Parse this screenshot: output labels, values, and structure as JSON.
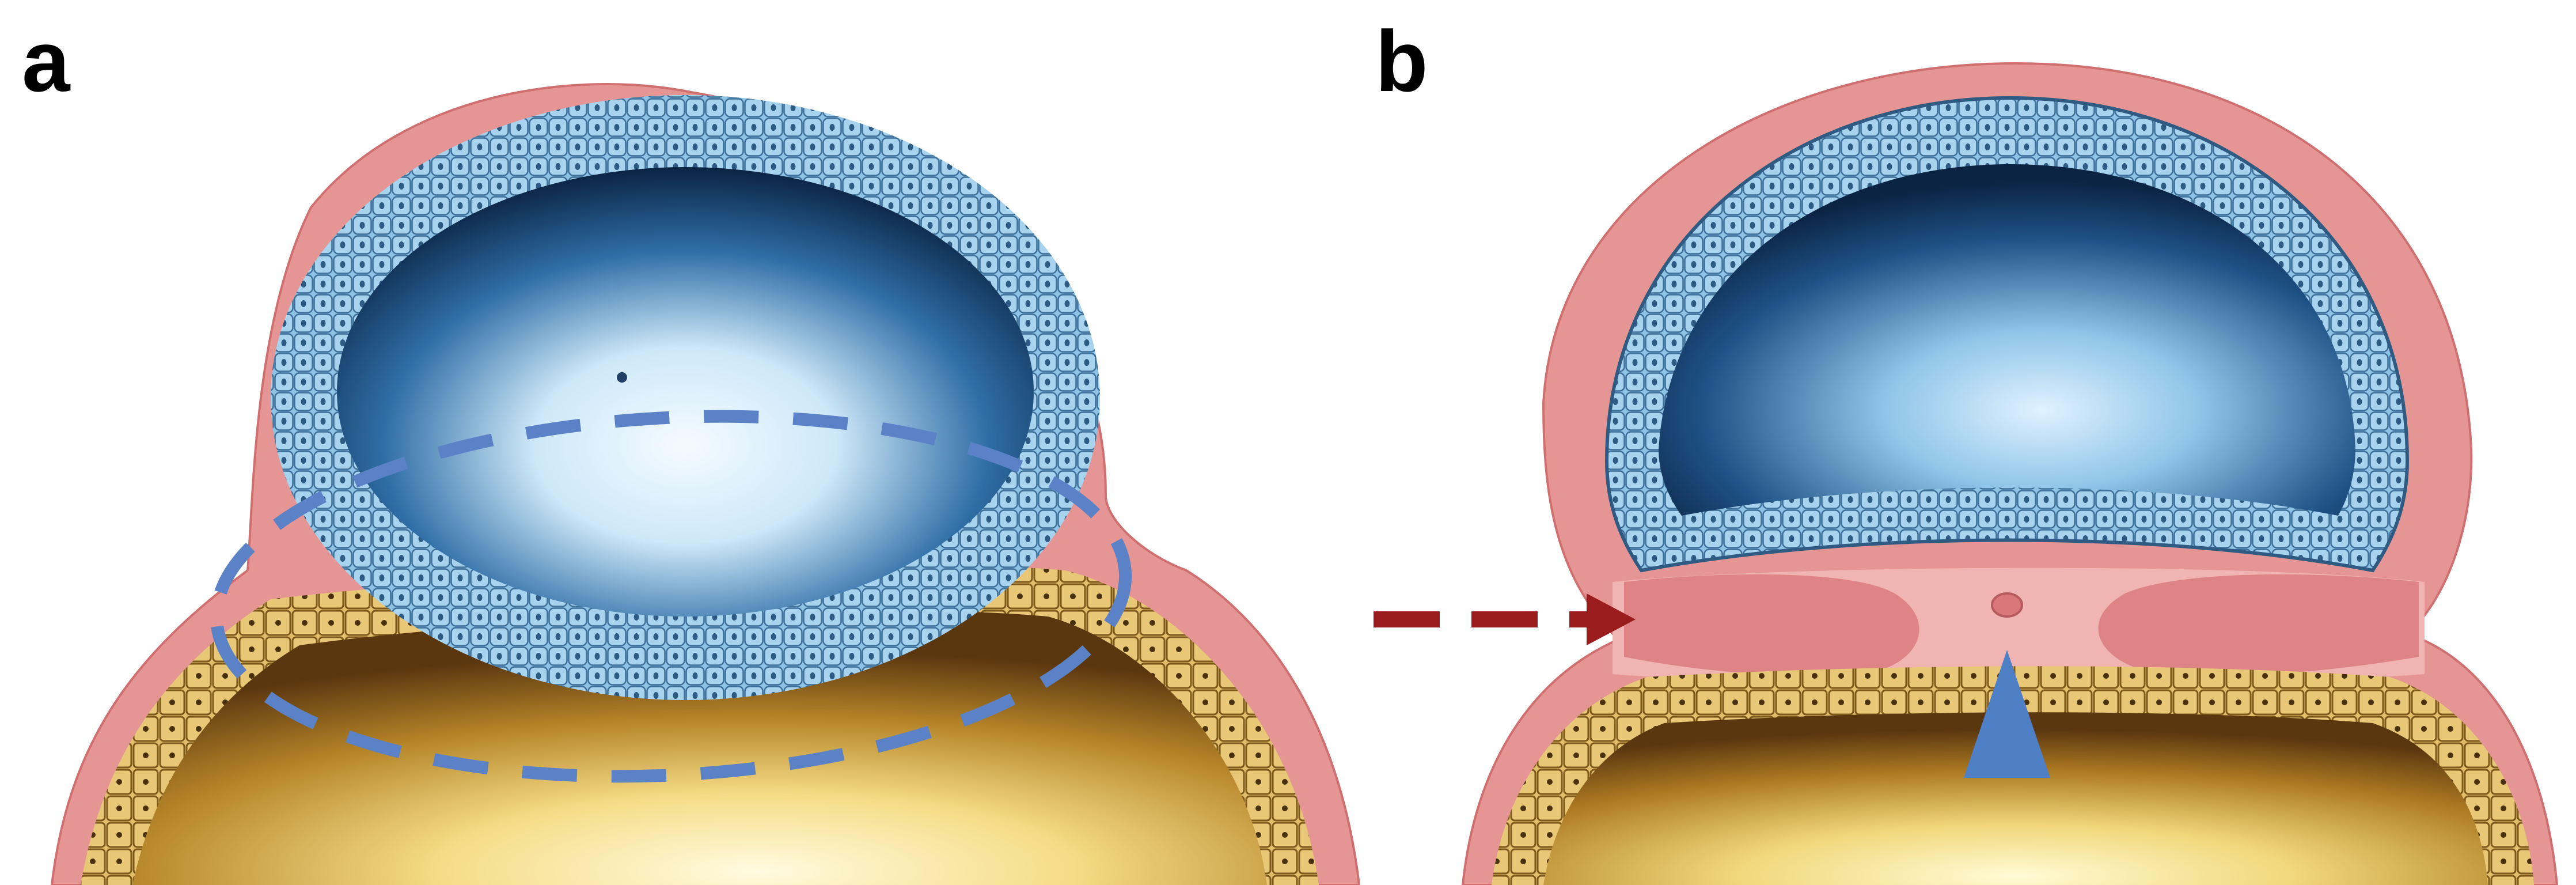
{
  "panels": [
    {
      "label": "a"
    },
    {
      "label": "b"
    }
  ],
  "colors": {
    "background": "#ffffff",
    "outer_membrane": "#e59593",
    "outer_membrane_dark": "#cf6f70",
    "amnion_cells": "#8ec3e6",
    "amnion_cell_border": "#3d6f99",
    "amnion_nucleus": "#2d5b84",
    "cavity_dark": "#0b2444",
    "cavity_light": "#eaf6ff",
    "yolk_cells": "#e2bd6a",
    "yolk_cell_border": "#7d5a1c",
    "yolk_nucleus": "#4a3210",
    "yolk_dark": "#5b3710",
    "yolk_light": "#fff8c8",
    "dashed_outline": "#5b82c6",
    "arrow_red": "#9b1c1c",
    "arrowhead_blue": "#4f7fc4",
    "mesoderm_patch": "#d9787b"
  },
  "icons": {
    "panel_a_outline": "dashed-ellipse-outline",
    "panel_b_arrow": "dashed-arrow-right",
    "panel_b_marker": "triangle-arrowhead-up"
  }
}
